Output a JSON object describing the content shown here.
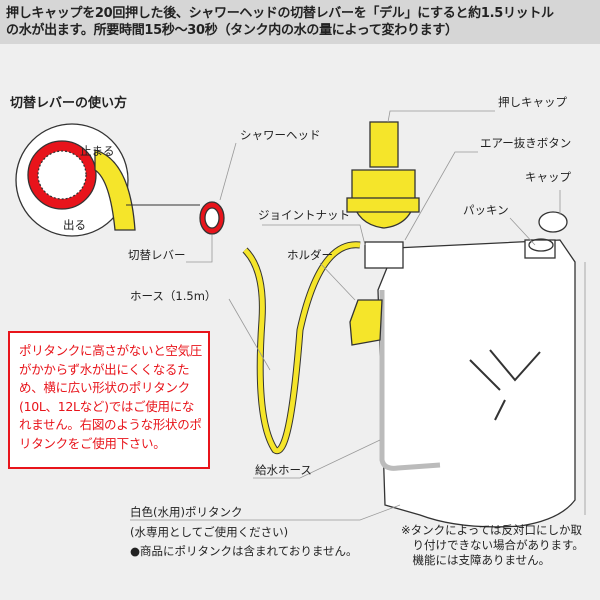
{
  "header": {
    "line1": "押しキャップを20回押した後、シャワーヘッドの切替レバーを「デル」にすると約1.5リットル",
    "line2": "の水が出ます。所要時間15秒〜30秒（タンク内の水の量によって変わります）"
  },
  "howto_title": "切替レバーの使い方",
  "labels": {
    "push_cap": "押しキャップ",
    "shower_head": "シャワーヘッド",
    "air_button": "エアー抜きボタン",
    "stop": "止まる",
    "cap": "キャップ",
    "packing": "パッキン",
    "joint_nut": "ジョイントナット",
    "out": "出る",
    "lever": "切替レバー",
    "holder": "ホルダー",
    "hose": "ホース（1.5m）",
    "supply_hose": "給水ホース",
    "tank": "白色(水用)ポリタンク",
    "tank_note": "(水専用としてご使用ください)",
    "not_included": "●商品にポリタンクは含まれておりません。"
  },
  "warning": "ポリタンクに高さがないと空気圧がかからず水が出にくくなるため、横に広い形状のポリタンク(10L、12Lなど)ではご使用になれません。右図のような形状のポリタンクをご使用下さい。",
  "note": "※タンクによっては反対口にしか取\n　り付けできない場合があります。\n　機能には支障ありません。",
  "colors": {
    "yellow": "#f5e52a",
    "red": "#e8141b"
  }
}
